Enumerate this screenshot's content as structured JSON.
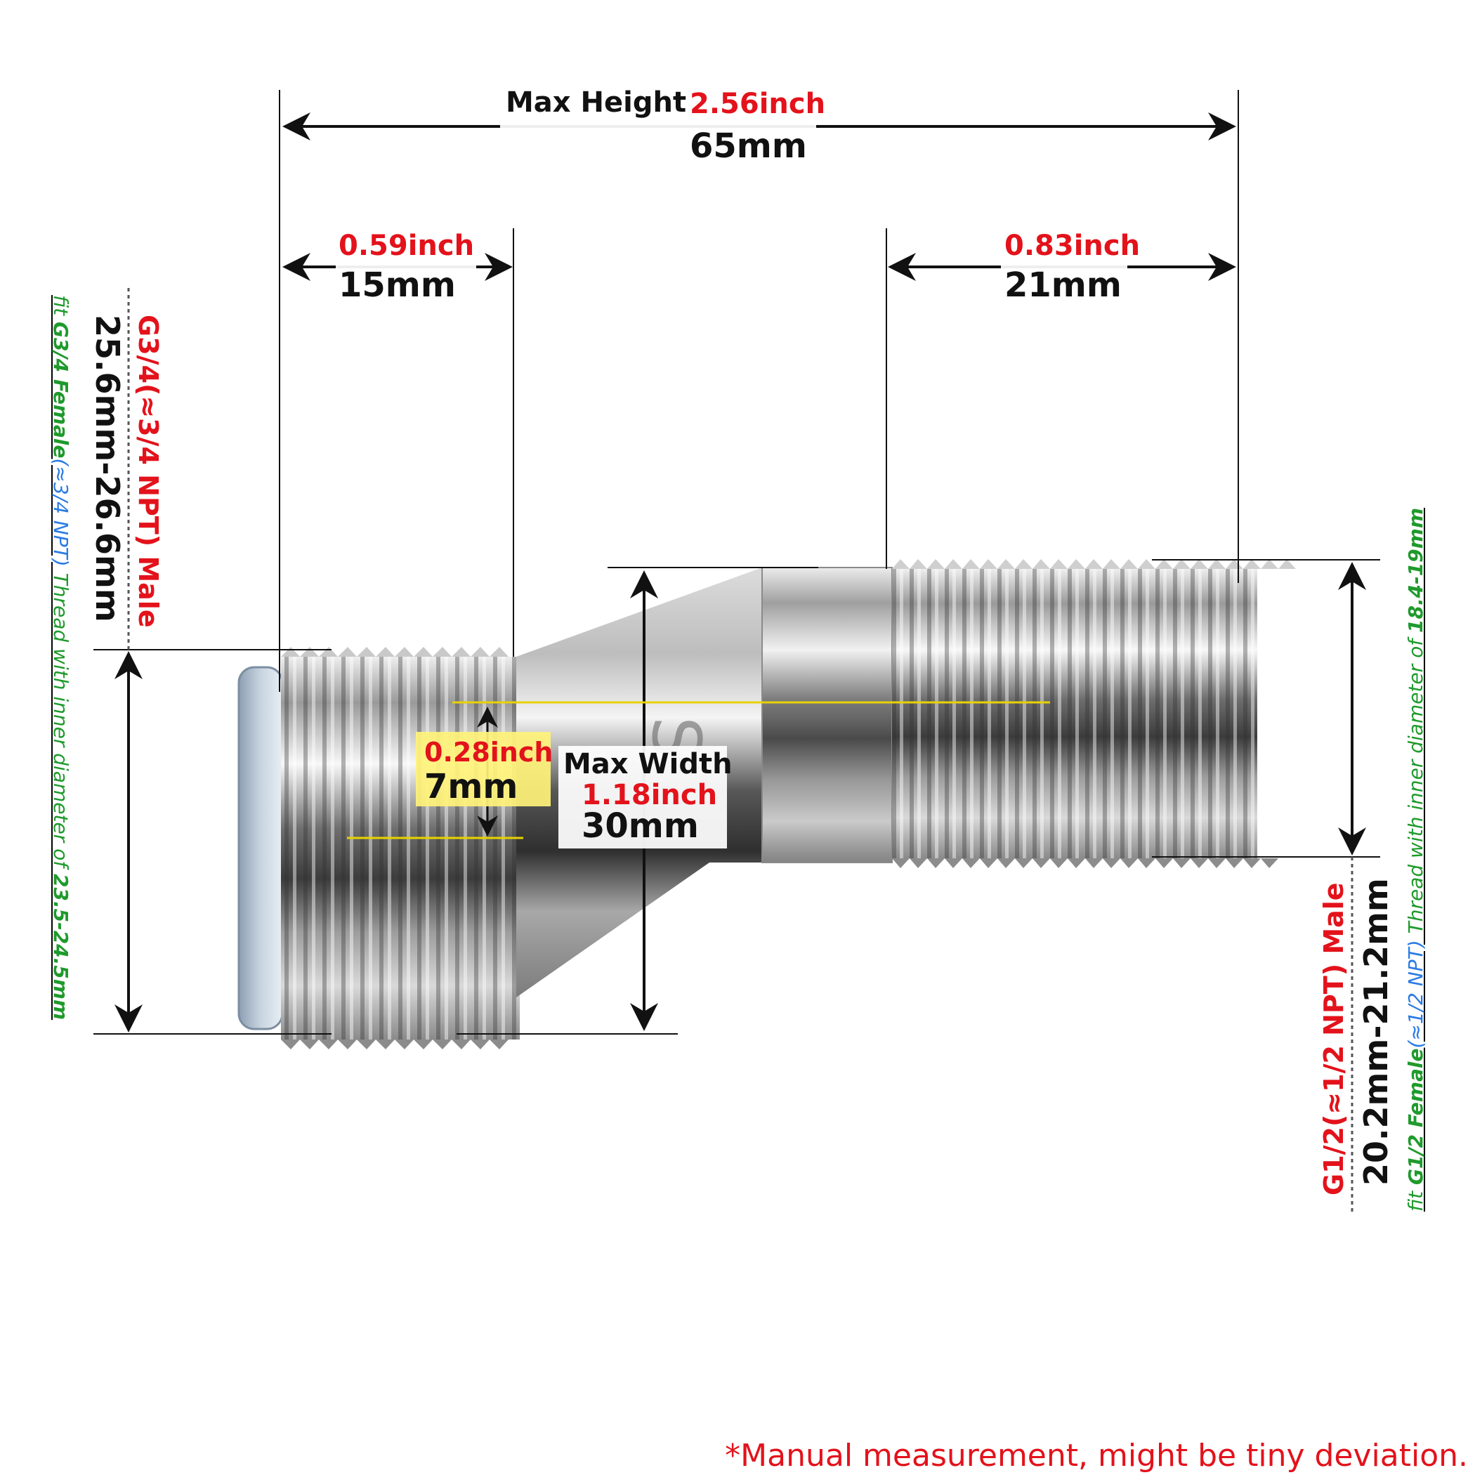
{
  "dims": {
    "max_height": {
      "label": "Max Height",
      "inch": "2.56inch",
      "mm": "65mm"
    },
    "left_thread_len": {
      "inch": "0.59inch",
      "mm": "15mm"
    },
    "right_thread_len": {
      "inch": "0.83inch",
      "mm": "21mm"
    },
    "offset": {
      "inch": "0.28inch",
      "mm": "7mm"
    },
    "max_width": {
      "label": "Max Width",
      "inch": "1.18inch",
      "mm": "30mm"
    }
  },
  "left_spec": {
    "thread": "G3/4(≈3/4 NPT) Male",
    "od": "25.6mm-26.6mm",
    "fit_prefix": "fit ",
    "fit_thread": "G3/4 Female",
    "fit_npt": "(≈3/4 NPT)",
    "fit_mid": " Thread with inner diameter of ",
    "fit_dia": "23.5-24.5mm"
  },
  "right_spec": {
    "thread": "G1/2(≈1/2 NPT) Male",
    "od": "20.2mm-21.2mm",
    "fit_prefix": "fit ",
    "fit_thread": "G1/2 Female",
    "fit_npt": "(≈1/2 NPT)",
    "fit_mid": " Thread with inner diameter of ",
    "fit_dia": "18.4-19mm"
  },
  "part_marking": "St",
  "footnote": "*Manual measurement, might be tiny deviation.",
  "colors": {
    "dimension": "#111111",
    "inch": "#e3121b",
    "fit": "#1f9a2c",
    "npt": "#2a7be4",
    "highlight": "#fff27a"
  }
}
